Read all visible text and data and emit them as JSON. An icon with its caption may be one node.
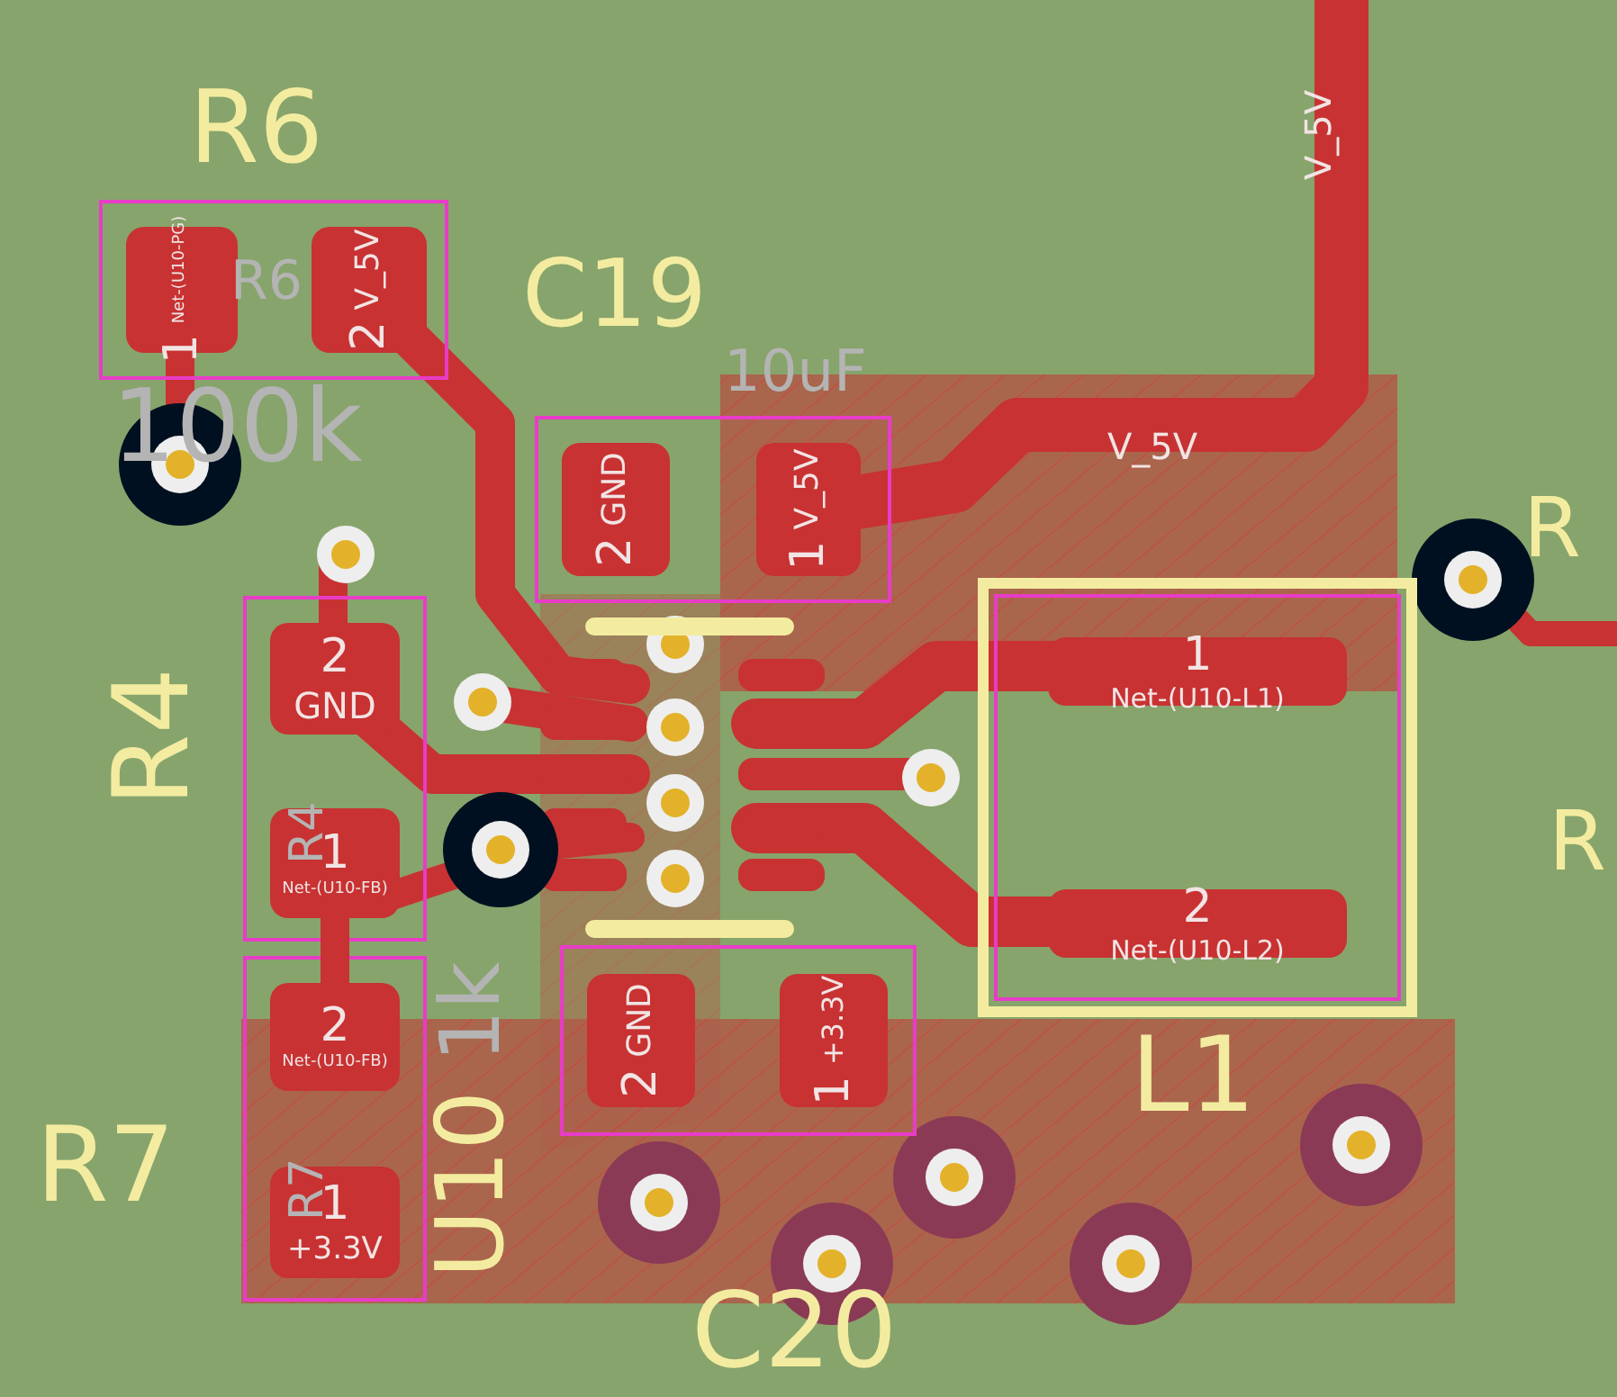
{
  "diagram": {
    "nodes": [
      {
        "text": [
          "1",
          "Net-(U10-PG)"
        ]
      },
      {
        "text": [
          "2",
          "V_5V"
        ]
      },
      {
        "text": [
          "2",
          "GND"
        ]
      },
      {
        "text": [
          "1",
          "V_5V"
        ]
      },
      {
        "text": [
          "2",
          "GND"
        ]
      },
      {
        "text": [
          "1",
          "Net-(U10-L1)"
        ]
      },
      {
        "text": [
          "1",
          "Net-(U10-FB)"
        ]
      },
      {
        "text": [
          "2",
          "Net-(U10-L2)"
        ]
      },
      {
        "text": [
          "2",
          "Net-(U10-FB)"
        ]
      },
      {
        "text": [
          "2",
          "GND"
        ]
      },
      {
        "text": [
          "1",
          "+3.3V"
        ]
      },
      {
        "text": [
          "1",
          "+3.3V"
        ]
      }
    ],
    "edges": [
      {
        "from": 6,
        "to": 8,
        "arrow": "none"
      }
    ],
    "labels": [
      "R6",
      "R6",
      "100k",
      "V_5V",
      "C19",
      "10uF",
      "V_5V",
      "R",
      "R4",
      "R4",
      "R",
      "1k",
      "L1",
      "R7",
      "R7",
      "U10",
      "C20"
    ]
  }
}
